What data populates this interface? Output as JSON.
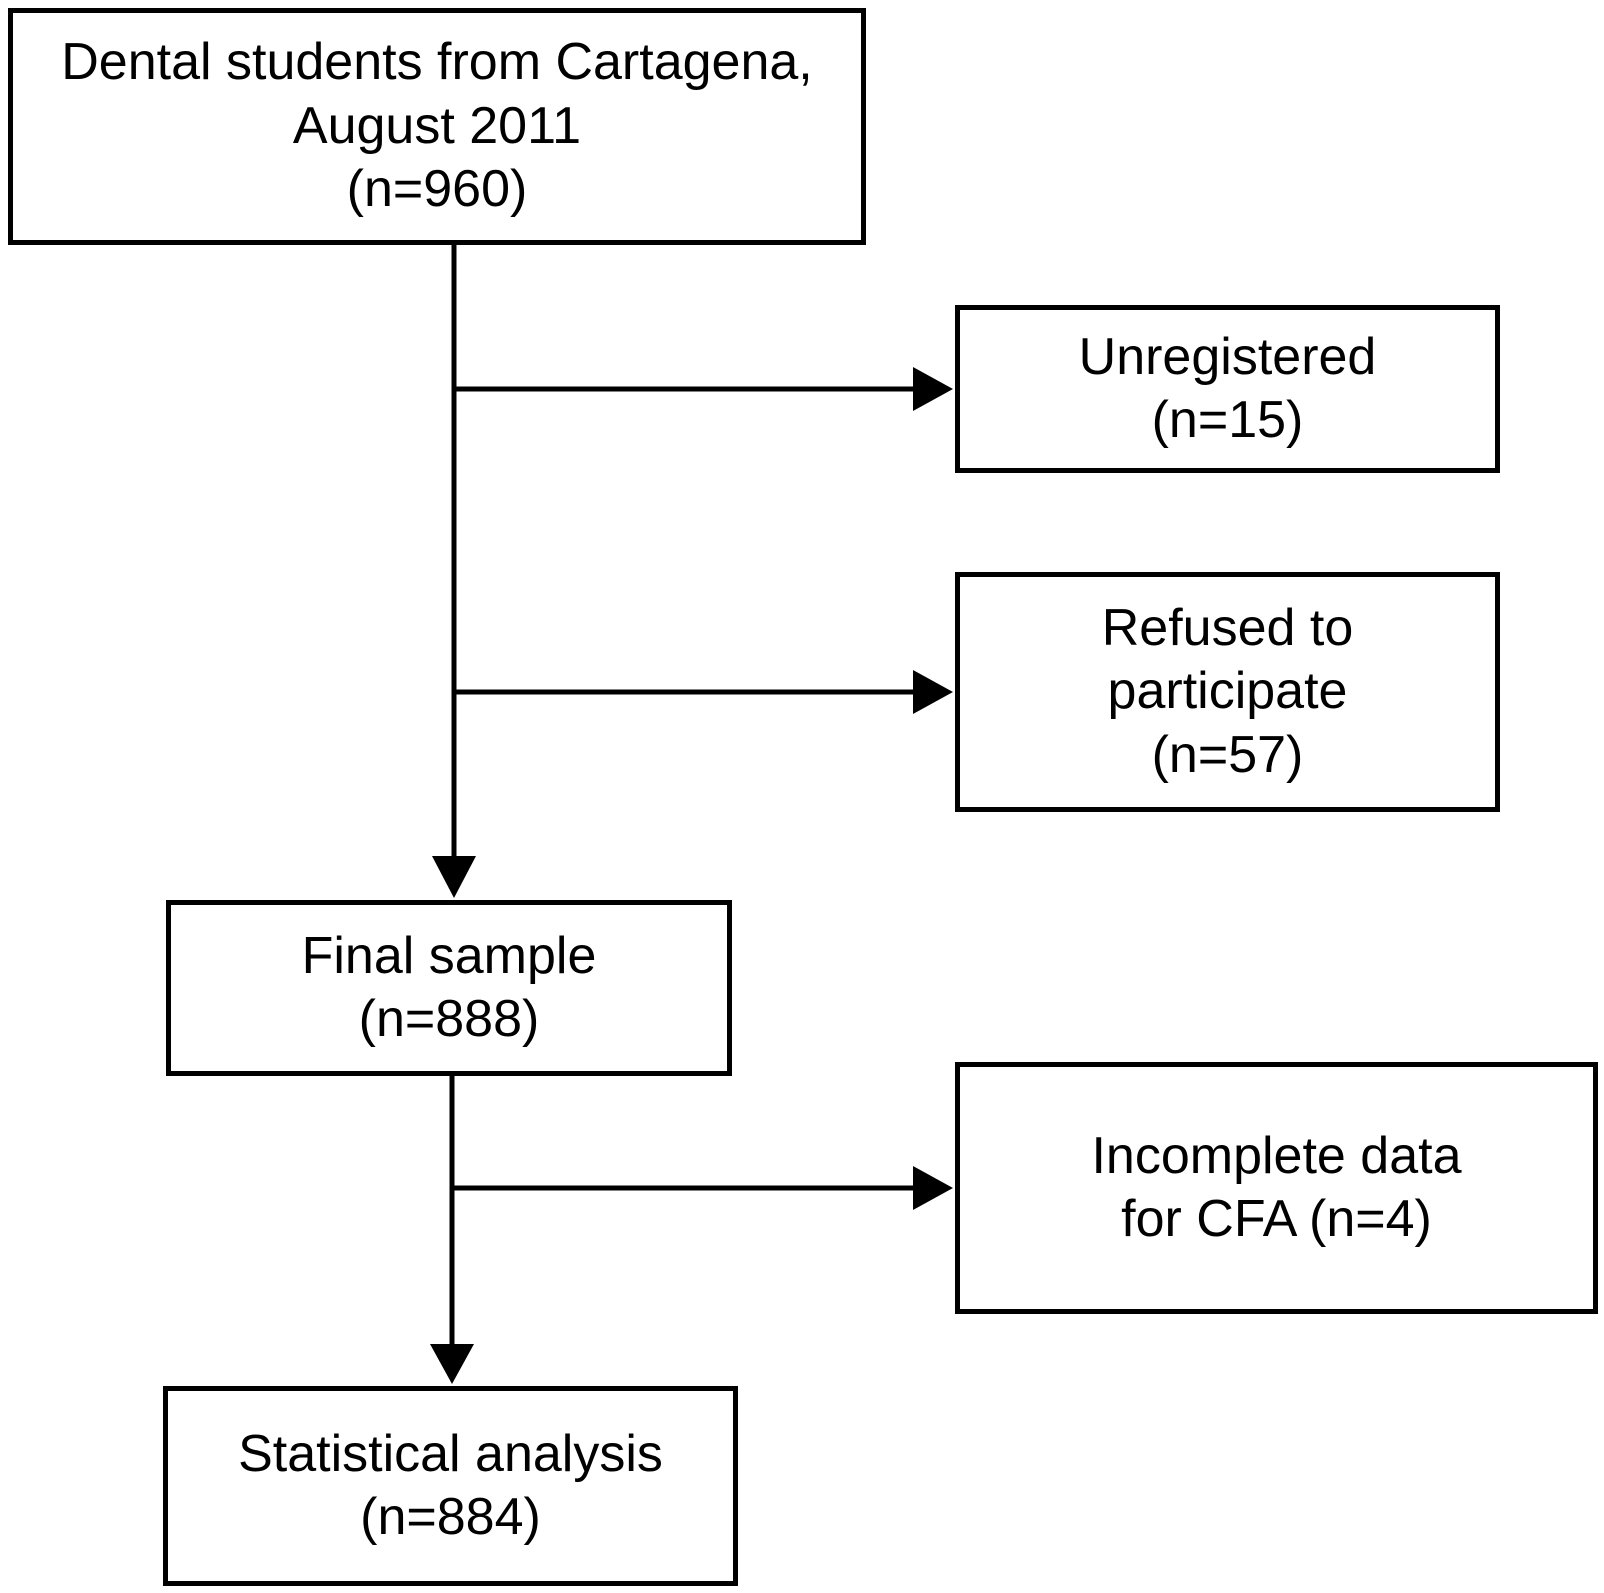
{
  "figure": {
    "type": "flowchart",
    "background_color": "#ffffff",
    "stroke_color": "#000000",
    "text_color": "#000000"
  },
  "nodes": {
    "source": {
      "n": 960,
      "lines": [
        "Dental students from Cartagena,",
        "August 2011",
        "(n=960)"
      ]
    },
    "unregistered": {
      "n": 15,
      "lines": [
        "Unregistered",
        "(n=15)"
      ]
    },
    "refused": {
      "n": 57,
      "lines": [
        "Refused to",
        "participate",
        "(n=57)"
      ]
    },
    "final_sample": {
      "n": 888,
      "lines": [
        "Final sample",
        "(n=888)"
      ]
    },
    "incomplete_data": {
      "n": 4,
      "lines": [
        "Incomplete data",
        "for CFA (n=4)"
      ]
    },
    "statistical_analysis": {
      "n": 884,
      "lines": [
        "Statistical analysis",
        "(n=884)"
      ]
    }
  },
  "edges": [
    {
      "from": "source",
      "to": "unregistered"
    },
    {
      "from": "source",
      "to": "refused"
    },
    {
      "from": "source",
      "to": "final_sample"
    },
    {
      "from": "final_sample",
      "to": "incomplete_data"
    },
    {
      "from": "final_sample",
      "to": "statistical_analysis"
    }
  ]
}
